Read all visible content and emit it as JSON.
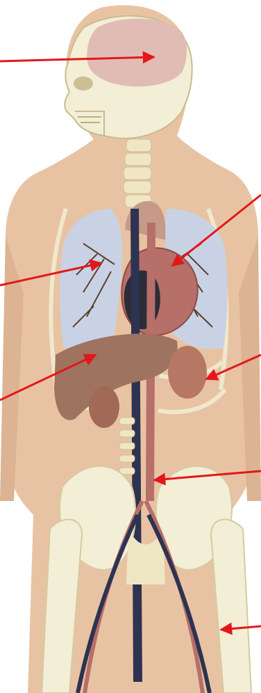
{
  "diagram": {
    "labels_shown": false,
    "colors": {
      "background": "#ffffff",
      "body_silhouette": "#e8c3a3",
      "bone": "#f3eed6",
      "bone_shadow": "#d7caa0",
      "brain": "#e1bcb4",
      "lung": "#c9d2e4",
      "lung_vessels": "#5a4030",
      "vein_blue": "#2d3350",
      "artery_red": "#b66f69",
      "heart_dark": "#2b2d38",
      "liver": "#9e735f",
      "kidney": "#b77765",
      "pointer_red": "#e3171b"
    },
    "pointers": [
      {
        "target": "brain",
        "direction": "from-left"
      },
      {
        "target": "heart",
        "direction": "from-right"
      },
      {
        "target": "lung-vessels",
        "direction": "from-left"
      },
      {
        "target": "liver",
        "direction": "from-left"
      },
      {
        "target": "kidney",
        "direction": "from-right"
      },
      {
        "target": "aorta-bifurcation",
        "direction": "from-right"
      },
      {
        "target": "femoral-vessels",
        "direction": "from-right"
      }
    ]
  }
}
